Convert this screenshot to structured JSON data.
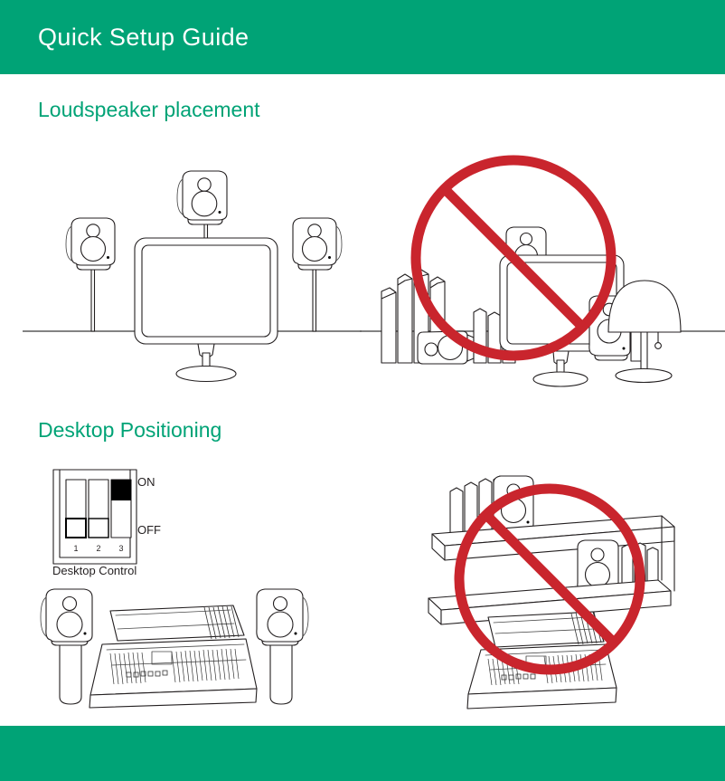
{
  "document": {
    "title": "Quick Setup Guide",
    "page_background": "#ffffff",
    "brand_color": "#00a376",
    "prohibition_color": "#c9252d",
    "line_art_color": "#231f20"
  },
  "header": {
    "title": "Quick Setup Guide",
    "background_color": "#00a376",
    "text_color": "#ffffff"
  },
  "footer": {
    "background_color": "#00a376",
    "text": ""
  },
  "sections": [
    {
      "id": "loudspeaker-placement",
      "heading": "Loudspeaker placement",
      "heading_color": "#00a376",
      "figures": [
        {
          "id": "correct-placement",
          "state": "recommended",
          "prohibited": false,
          "caption": "",
          "items": [
            "left loudspeaker on stand",
            "computer monitor on stand",
            "center loudspeaker above monitor",
            "right loudspeaker on stand",
            "floor line"
          ]
        },
        {
          "id": "wrong-placement",
          "state": "not-recommended",
          "prohibited": true,
          "caption": "",
          "items": [
            "stack of books",
            "loudspeaker lying sideways",
            "books",
            "computer monitor obstructing loudspeaker",
            "loudspeaker behind monitor",
            "table lamp",
            "floor line"
          ]
        }
      ]
    },
    {
      "id": "desktop-positioning",
      "heading": "Desktop Positioning",
      "heading_color": "#00a376",
      "control": {
        "name": "Desktop Control",
        "caption": "Desktop Control",
        "position_labels": {
          "on": "ON",
          "off": "OFF"
        },
        "switches": [
          {
            "number": "1",
            "label": "1",
            "position": "OFF",
            "filled": false
          },
          {
            "number": "2",
            "label": "2",
            "position": "OFF",
            "filled": false
          },
          {
            "number": "3",
            "label": "3",
            "position": "ON",
            "filled": true
          }
        ]
      },
      "figures": [
        {
          "id": "correct-desktop",
          "state": "recommended",
          "prohibited": false,
          "caption": "",
          "items": [
            "left loudspeaker on stand",
            "mixing console",
            "right loudspeaker on stand"
          ]
        },
        {
          "id": "wrong-desktop",
          "state": "not-recommended",
          "prohibited": true,
          "caption": "",
          "items": [
            "books on upper shelf",
            "loudspeaker on upper shelf",
            "loudspeaker on lower shelf",
            "books on lower shelf",
            "mixing console below shelves"
          ]
        }
      ]
    }
  ]
}
